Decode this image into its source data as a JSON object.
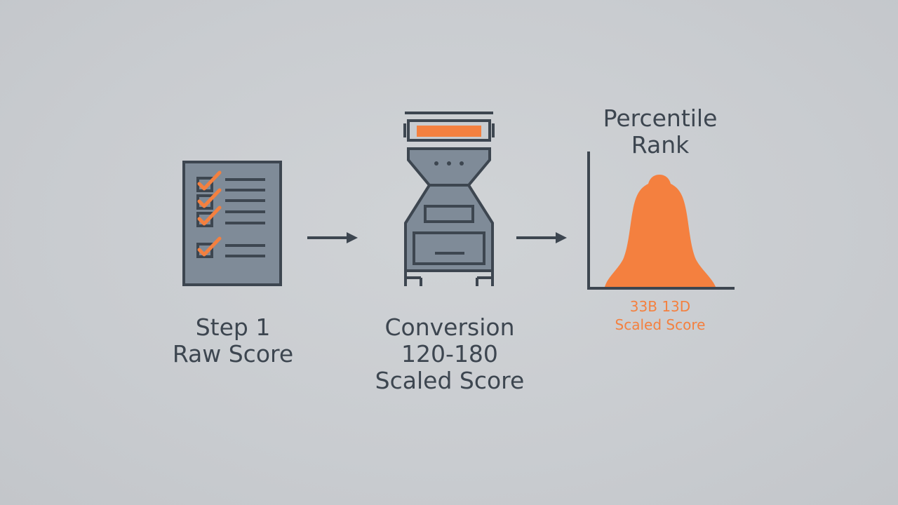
{
  "steps": [
    {
      "line1": "Step 1",
      "line2": "Raw Score"
    },
    {
      "line1": "Conversion",
      "line2": "120-180",
      "line3": "Scaled Score"
    },
    {
      "title_line1": "Percentile",
      "title_line2": "Rank",
      "caption_line1": "33B 13D",
      "caption_line2": "Scaled Score"
    }
  ],
  "colors": {
    "background": "#c9ccd0",
    "ink": "#3d4650",
    "accent": "#f4803f",
    "panel_fill": "#7f8b98"
  },
  "icons": [
    "checklist-icon",
    "arrow-right-icon",
    "scoring-machine-icon",
    "arrow-right-icon",
    "bell-curve-icon"
  ]
}
